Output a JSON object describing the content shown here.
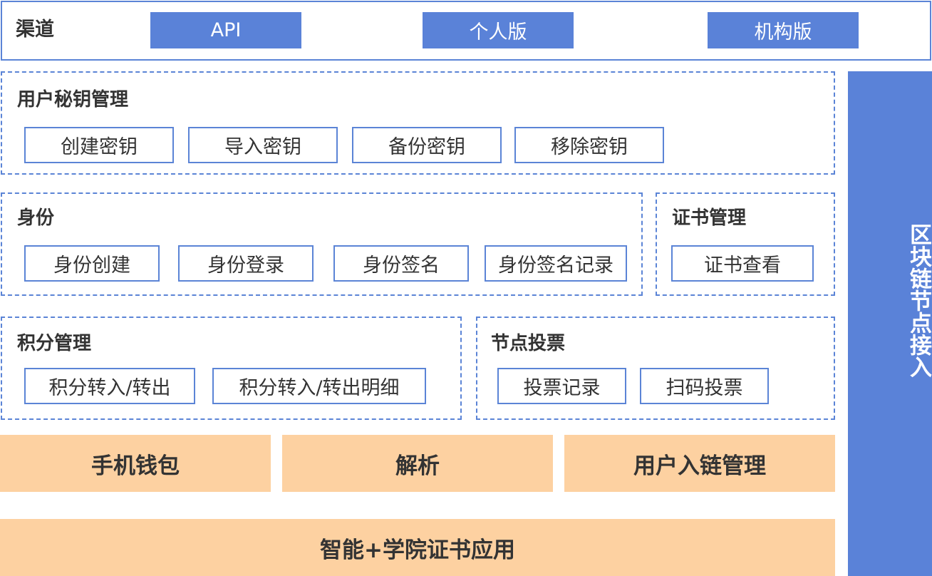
{
  "channel": {
    "label": "渠道",
    "options": [
      "API",
      "个人版",
      "机构版"
    ]
  },
  "key_management": {
    "title": "用户秘钥管理",
    "items": [
      "创建密钥",
      "导入密钥",
      "备份密钥",
      "移除密钥"
    ]
  },
  "identity": {
    "title": "身份",
    "items": [
      "身份创建",
      "身份登录",
      "身份签名",
      "身份签名记录"
    ]
  },
  "certificate": {
    "title": "证书管理",
    "items": [
      "证书查看"
    ]
  },
  "points": {
    "title": "积分管理",
    "items": [
      "积分转入/转出",
      "积分转入/转出明细"
    ]
  },
  "node_voting": {
    "title": "节点投票",
    "items": [
      "投票记录",
      "扫码投票"
    ]
  },
  "services": [
    "手机钱包",
    "解析",
    "用户入链管理"
  ],
  "application": "智能+学院证书应用",
  "blockchain_access": "区块链节点接入",
  "colors": {
    "blue": "#5a82d8",
    "orange": "#fdd1a1",
    "text": "#333333"
  }
}
